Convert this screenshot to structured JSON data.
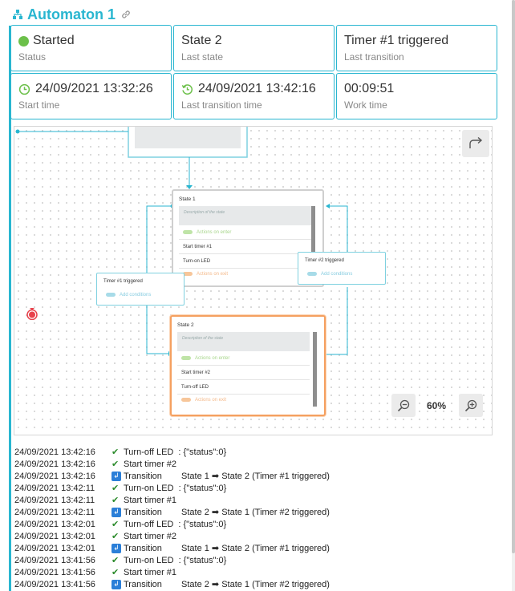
{
  "automaton": {
    "title": "Automaton 1"
  },
  "cards": [
    {
      "value": "Started",
      "label": "Status"
    },
    {
      "value": "State 2",
      "label": "Last state"
    },
    {
      "value": "Timer #1 triggered",
      "label": "Last transition"
    },
    {
      "value": "24/09/2021 13:32:26",
      "label": "Start time"
    },
    {
      "value": "24/09/2021 13:42:16",
      "label": "Last transition time"
    },
    {
      "value": "00:09:51",
      "label": "Work time"
    }
  ],
  "diagram": {
    "zoom": "60%",
    "states": [
      {
        "title": "State 1",
        "description_placeholder": "Description of the state",
        "actions_on_enter": "Actions on enter",
        "rows": [
          "Start timer #1",
          "Turn-on LED"
        ],
        "actions_on_exit": "Actions on exit"
      },
      {
        "title": "State 2",
        "description_placeholder": "Description of the state",
        "actions_on_enter": "Actions on enter",
        "rows": [
          "Start timer #2",
          "Turn-off LED"
        ],
        "actions_on_exit": "Actions on exit"
      }
    ],
    "transitions": [
      {
        "title": "Timer #1 triggered",
        "add": "Add conditions"
      },
      {
        "title": "Timer #2 triggered",
        "add": "Add conditions"
      }
    ],
    "colors": {
      "accent": "#29b6d0",
      "active_state": "#f5a060",
      "enter": "#a8d68c",
      "exit": "#f4b98a"
    }
  },
  "log": [
    {
      "time": "24/09/2021 13:42:16",
      "type": "check",
      "action": "Turn-off LED",
      "detail": ": {\"status\":0}"
    },
    {
      "time": "24/09/2021 13:42:16",
      "type": "check",
      "action": "Start timer #2",
      "detail": ""
    },
    {
      "time": "24/09/2021 13:42:16",
      "type": "transition",
      "action": "Transition",
      "detail": "State 1 ➡ State 2 (Timer #1 triggered)"
    },
    {
      "time": "24/09/2021 13:42:11",
      "type": "check",
      "action": "Turn-on LED",
      "detail": ": {\"status\":0}"
    },
    {
      "time": "24/09/2021 13:42:11",
      "type": "check",
      "action": "Start timer #1",
      "detail": ""
    },
    {
      "time": "24/09/2021 13:42:11",
      "type": "transition",
      "action": "Transition",
      "detail": "State 2 ➡ State 1 (Timer #2 triggered)"
    },
    {
      "time": "24/09/2021 13:42:01",
      "type": "check",
      "action": "Turn-off LED",
      "detail": ": {\"status\":0}"
    },
    {
      "time": "24/09/2021 13:42:01",
      "type": "check",
      "action": "Start timer #2",
      "detail": ""
    },
    {
      "time": "24/09/2021 13:42:01",
      "type": "transition",
      "action": "Transition",
      "detail": "State 1 ➡ State 2 (Timer #1 triggered)"
    },
    {
      "time": "24/09/2021 13:41:56",
      "type": "check",
      "action": "Turn-on LED",
      "detail": ": {\"status\":0}"
    },
    {
      "time": "24/09/2021 13:41:56",
      "type": "check",
      "action": "Start timer #1",
      "detail": ""
    },
    {
      "time": "24/09/2021 13:41:56",
      "type": "transition",
      "action": "Transition",
      "detail": "State 2 ➡ State 1 (Timer #2 triggered)"
    }
  ]
}
